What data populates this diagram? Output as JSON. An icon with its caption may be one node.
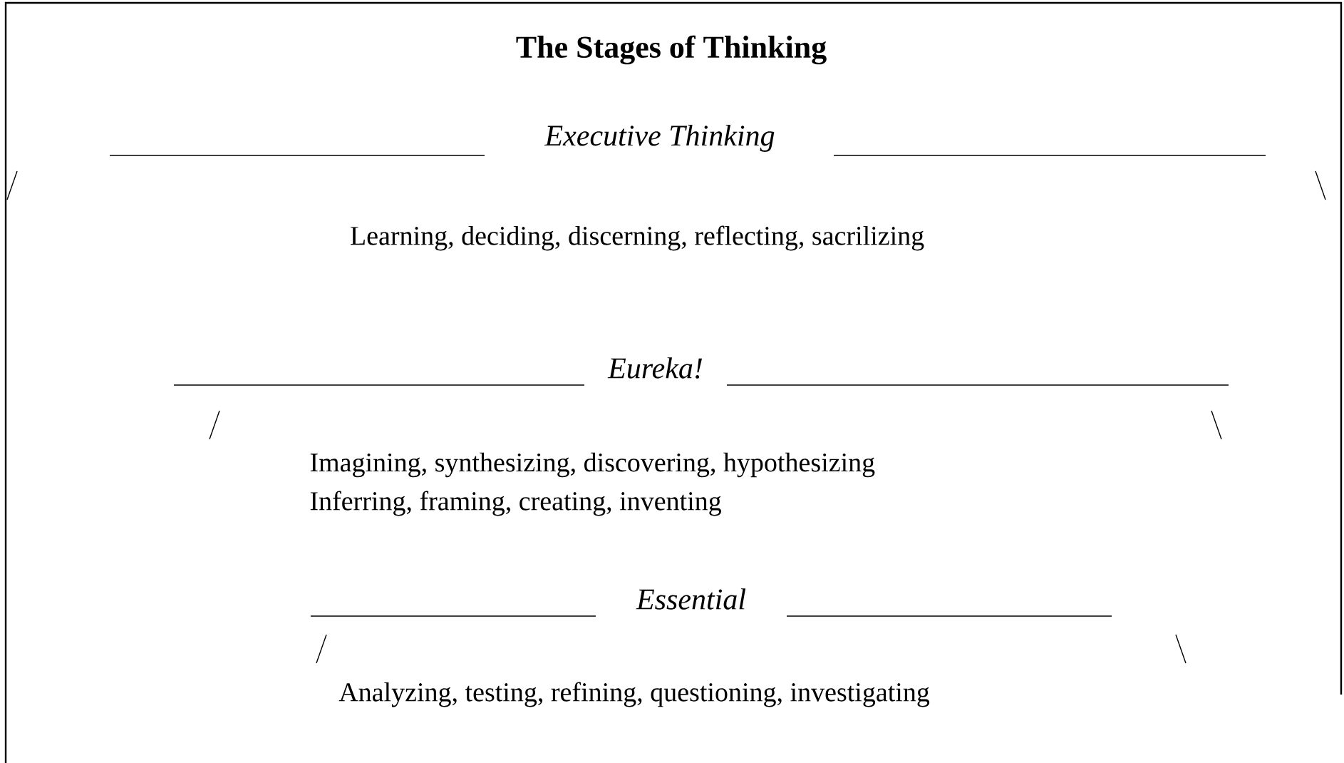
{
  "diagram": {
    "title": "The Stages of Thinking",
    "labels": [
      "Executive Thinking",
      "Learning, deciding, discerning, reflecting, sacrilizing",
      "Eureka!",
      "Imagining, synthesizing, discovering, hypothesizing",
      "Inferring, framing, creating, inventing",
      "Essential",
      "Analyzing, testing, refining, questioning, investigating"
    ]
  }
}
